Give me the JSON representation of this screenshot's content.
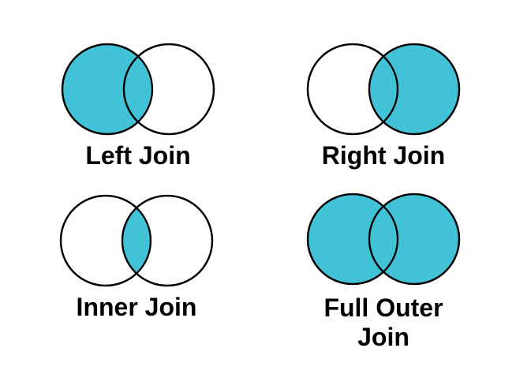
{
  "page": {
    "background": "#ffffff"
  },
  "colors": {
    "fill": "#41c2d6",
    "stroke": "#000000",
    "label": "#000000"
  },
  "diagrams": [
    {
      "id": "left-join",
      "label": "Left Join",
      "lines": [
        "Left Join"
      ],
      "left_filled": true,
      "right_filled": false,
      "intersection_filled": true
    },
    {
      "id": "right-join",
      "label": "Right Join",
      "lines": [
        "Right Join"
      ],
      "left_filled": false,
      "right_filled": true,
      "intersection_filled": true
    },
    {
      "id": "inner-join",
      "label": "Inner Join",
      "lines": [
        "Inner Join"
      ],
      "left_filled": false,
      "right_filled": false,
      "intersection_filled": true
    },
    {
      "id": "full-outer-join",
      "label": "Full Outer Join",
      "lines": [
        "Full Outer",
        "Join"
      ],
      "left_filled": true,
      "right_filled": true,
      "intersection_filled": true
    }
  ]
}
